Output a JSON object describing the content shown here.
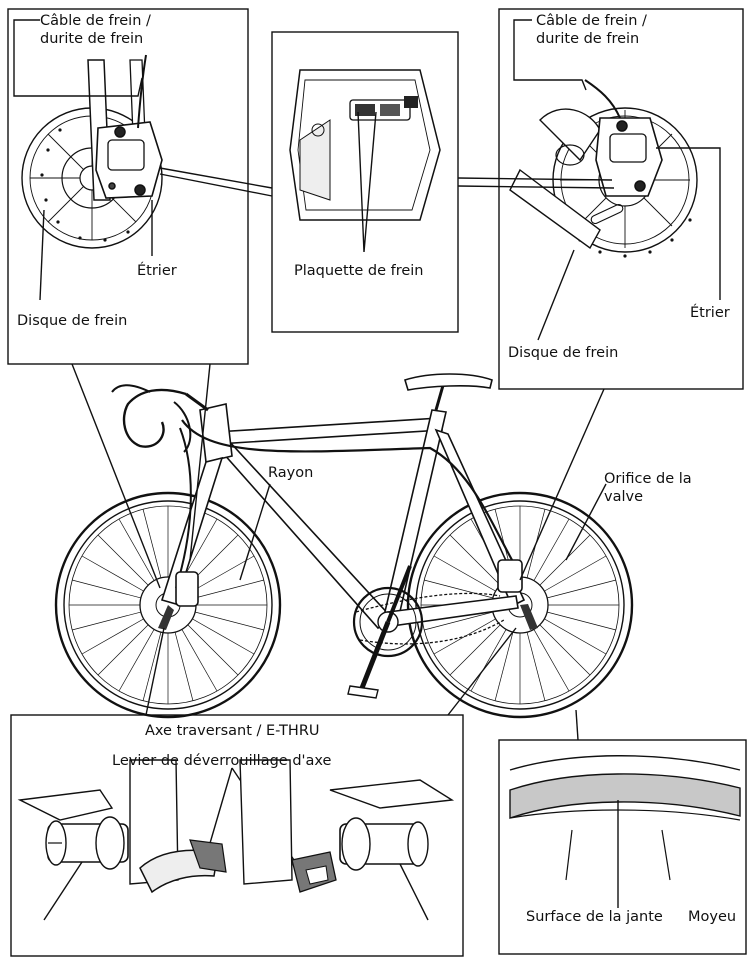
{
  "labels": {
    "cable_left": "Câble de frein / durite de frein",
    "etrier_left": "Étrier",
    "disque_left": "Disque de frein",
    "plaquette": "Plaquette de frein",
    "cable_right": "Câble de frein / durite de frein",
    "etrier_right": "Étrier",
    "disque_right": "Disque de frein",
    "rayon": "Rayon",
    "orifice": "Orifice de la valve",
    "axe": "Axe traversant / E-THRU",
    "levier": "Levier de déverrouillage d'axe",
    "surface": "Surface de la jante",
    "moyeu": "Moyeu"
  }
}
